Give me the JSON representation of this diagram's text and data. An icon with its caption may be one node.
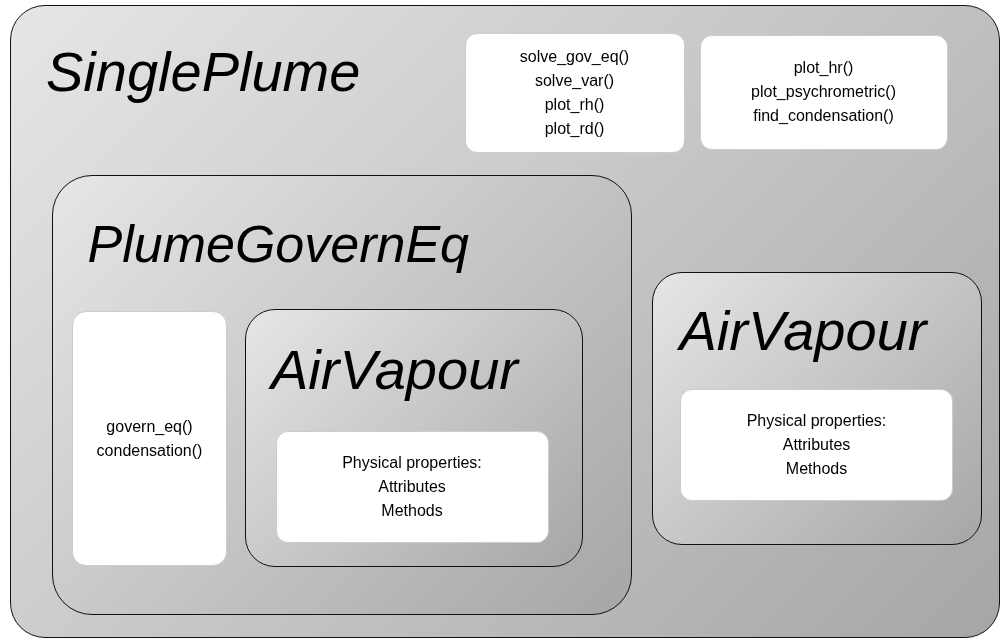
{
  "diagram": {
    "nodes": [
      {
        "text": [
          "SinglePlume"
        ]
      },
      {
        "text": [
          "solve_gov_eq()",
          "solve_var()",
          "plot_rh()",
          "plot_rd()"
        ],
        "in": 0
      },
      {
        "text": [
          "plot_hr()",
          "plot_psychrometric()",
          "find_condensation()"
        ],
        "in": 0
      },
      {
        "text": [
          "PlumeGovernEq"
        ],
        "in": 0
      },
      {
        "text": [
          "govern_eq()",
          "condensation()"
        ],
        "in": 3
      },
      {
        "text": [
          "AirVapour"
        ],
        "in": 3
      },
      {
        "text": [
          "Physical properties:",
          "Attributes",
          "Methods"
        ],
        "in": 5
      },
      {
        "text": [
          "AirVapour"
        ],
        "in": 0
      },
      {
        "text": [
          "Physical properties:",
          "Attributes",
          "Methods"
        ],
        "in": 7
      }
    ]
  }
}
